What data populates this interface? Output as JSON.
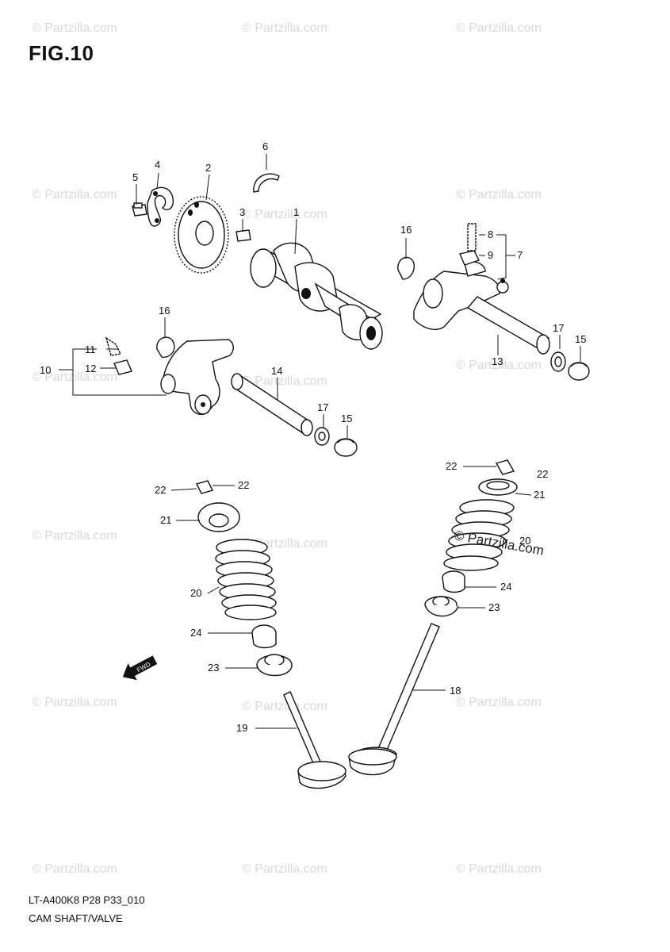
{
  "figure": {
    "title": "FIG.10",
    "code": "LT-A400K8 P28 P33_010",
    "caption": "CAM SHAFT/VALVE"
  },
  "watermark": {
    "text": "© Partzilla.com",
    "overlay_text": "© Partzilla.com"
  },
  "fwd_label": "FWD",
  "callouts": {
    "c1": "1",
    "c2": "2",
    "c3": "3",
    "c4": "4",
    "c5": "5",
    "c6": "6",
    "c7": "7",
    "c8": "8",
    "c9": "9",
    "c10": "10",
    "c11": "11",
    "c12": "12",
    "c13": "13",
    "c14": "14",
    "c15a": "15",
    "c15b": "15",
    "c16a": "16",
    "c16b": "16",
    "c17a": "17",
    "c17b": "17",
    "c18": "18",
    "c19": "19",
    "c20a": "20",
    "c20b": "20",
    "c21a": "21",
    "c21b": "21",
    "c22a": "22",
    "c22b": "22",
    "c22c": "22",
    "c22d": "22",
    "c23a": "23",
    "c23b": "23",
    "c24a": "24",
    "c24b": "24"
  }
}
